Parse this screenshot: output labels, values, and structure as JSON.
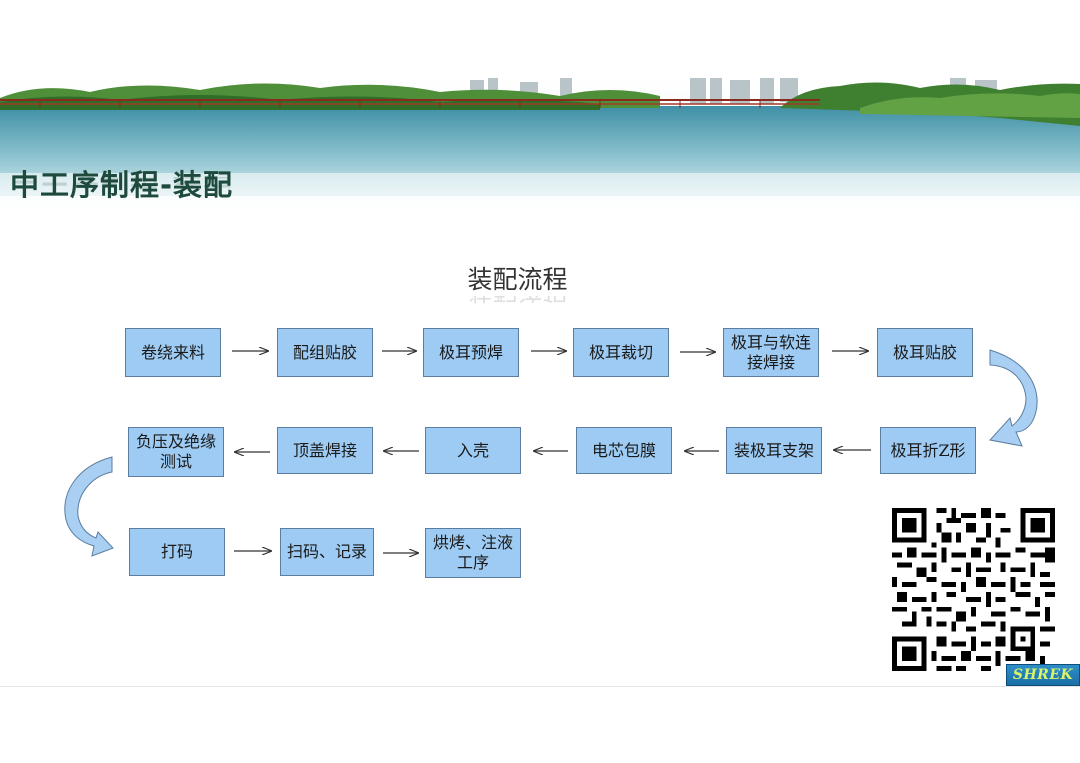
{
  "slide": {
    "title": "中工序制程-装配"
  },
  "diagram": {
    "title": "装配流程",
    "steps": [
      {
        "id": "s1",
        "label": "卷绕来料"
      },
      {
        "id": "s2",
        "label": "配组贴胶"
      },
      {
        "id": "s3",
        "label": "极耳预焊"
      },
      {
        "id": "s4",
        "label": "极耳裁切"
      },
      {
        "id": "s5",
        "label": "极耳与软连接焊接"
      },
      {
        "id": "s6",
        "label": "极耳贴胶"
      },
      {
        "id": "s7",
        "label": "极耳折Z形"
      },
      {
        "id": "s8",
        "label": "装极耳支架"
      },
      {
        "id": "s9",
        "label": "电芯包膜"
      },
      {
        "id": "s10",
        "label": "入壳"
      },
      {
        "id": "s11",
        "label": "顶盖焊接"
      },
      {
        "id": "s12",
        "label": "负压及绝缘测试"
      },
      {
        "id": "s13",
        "label": "打码"
      },
      {
        "id": "s14",
        "label": "扫码、记录"
      },
      {
        "id": "s15",
        "label": "烘烤、注液工序"
      }
    ]
  },
  "branding": {
    "logo_text": "SHREK"
  },
  "colors": {
    "step_fill": "#9ecbf3",
    "step_border": "#5a7da0",
    "title_color": "#1d4a3c",
    "arrow_color": "#333333",
    "curve_arrow_fill": "#a9d0f2"
  }
}
